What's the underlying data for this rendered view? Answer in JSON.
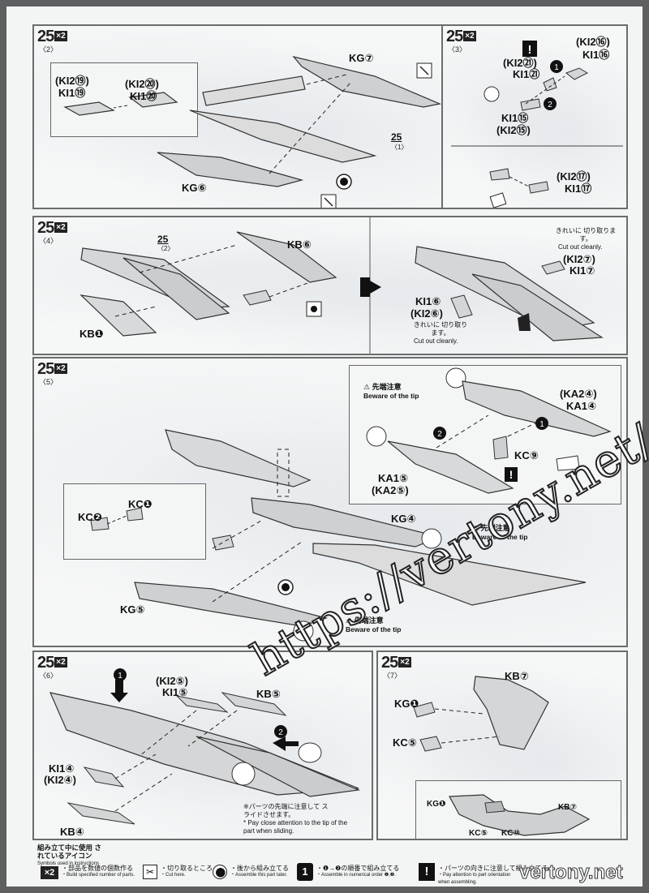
{
  "step_number": "25",
  "multiplier": "×2",
  "panel1": {
    "sub": "〈2〉",
    "left_parts": [
      "(KI2⑲)",
      "KI1⑲"
    ],
    "mid_parts": [
      "(KI2⑳)",
      "KI1⑳"
    ],
    "kg7": "KG⑦",
    "kg6": "KG⑥",
    "ref": "25",
    "ref_sub": "〈1〉"
  },
  "panel2": {
    "sub": "〈3〉",
    "part_a": [
      "(KI2⑯)",
      "KI1⑯"
    ],
    "part_b": [
      "(KI2㉑)",
      "KI1㉑"
    ],
    "part_c": [
      "KI1⑮",
      "(KI2⑮)"
    ],
    "part_d": [
      "(KI2⑰)",
      "KI1⑰"
    ]
  },
  "panel3": {
    "sub": "〈4〉",
    "kb6": "KB⑥",
    "kb1": "KB❶",
    "ref": "25",
    "ref_sub": "〈2〉",
    "right_top_jp": "きれいに 切り取ります。",
    "right_top_en": "Cut out cleanly.",
    "part_e": [
      "(KI2⑦)",
      "KI1⑦"
    ],
    "part_f": [
      "KI1⑥",
      "(KI2⑥)"
    ],
    "right_bot_jp": "きれいに 切り取ります。",
    "right_bot_en": "Cut out cleanly."
  },
  "panel4": {
    "sub": "〈5〉",
    "warn_jp": "⚠ 先端注意",
    "warn_en": "Beware of the tip",
    "ka2": [
      "(KA2④)",
      "KA1④"
    ],
    "ka1": [
      "KA1⑤",
      "(KA2⑤)"
    ],
    "kc9": "KC⑨",
    "kc1": "KC❶",
    "kc2": "KC❷",
    "kg4": "KG④",
    "kg5": "KG⑤"
  },
  "panel5": {
    "sub": "〈6〉",
    "part_g": [
      "(KI2⑤)",
      "KI1⑤"
    ],
    "kb5": "KB⑤",
    "part_h": [
      "KI1④",
      "(KI2④)"
    ],
    "kb4": "KB④",
    "note_jp": "※パーツの先端に注意して スライドさせます。",
    "note_en": "* Pay close attention to the tip of the part when sliding."
  },
  "panel6": {
    "sub": "〈7〉",
    "kb7": "KB⑦",
    "kg1": "KG❶",
    "kc5": "KC⑤",
    "inset_kg1": "KG❶",
    "inset_kb7": "KB⑦",
    "inset_kc5": "KC⑤",
    "inset_kc10": "KC⑩"
  },
  "legend": {
    "title_jp": "組み立て中に使用 されているアイコン",
    "title_en": "Symbols used in instructions",
    "items": [
      {
        "icon": "multiplier-icon",
        "jp": "・部品を数値の個数作る",
        "en": "・Build specified number of parts."
      },
      {
        "icon": "nippers-icon",
        "jp": "・切り取るところ",
        "en": "・Cut here."
      },
      {
        "icon": "assemble-later-icon",
        "jp": "・後から組み立てる",
        "en": "・Assemble this part later."
      },
      {
        "icon": "order-icon",
        "jp": "・❶→❷の順番で組み立てる",
        "en": "・Assemble in numerical order ❶,❷."
      },
      {
        "icon": "attention-icon",
        "jp": "・パーツの向きに注意して組み立てる",
        "en": "・Pay attention to part orientation when assembling."
      }
    ]
  },
  "watermark": "https://vertony.net/",
  "site_mark": "vertony.net"
}
